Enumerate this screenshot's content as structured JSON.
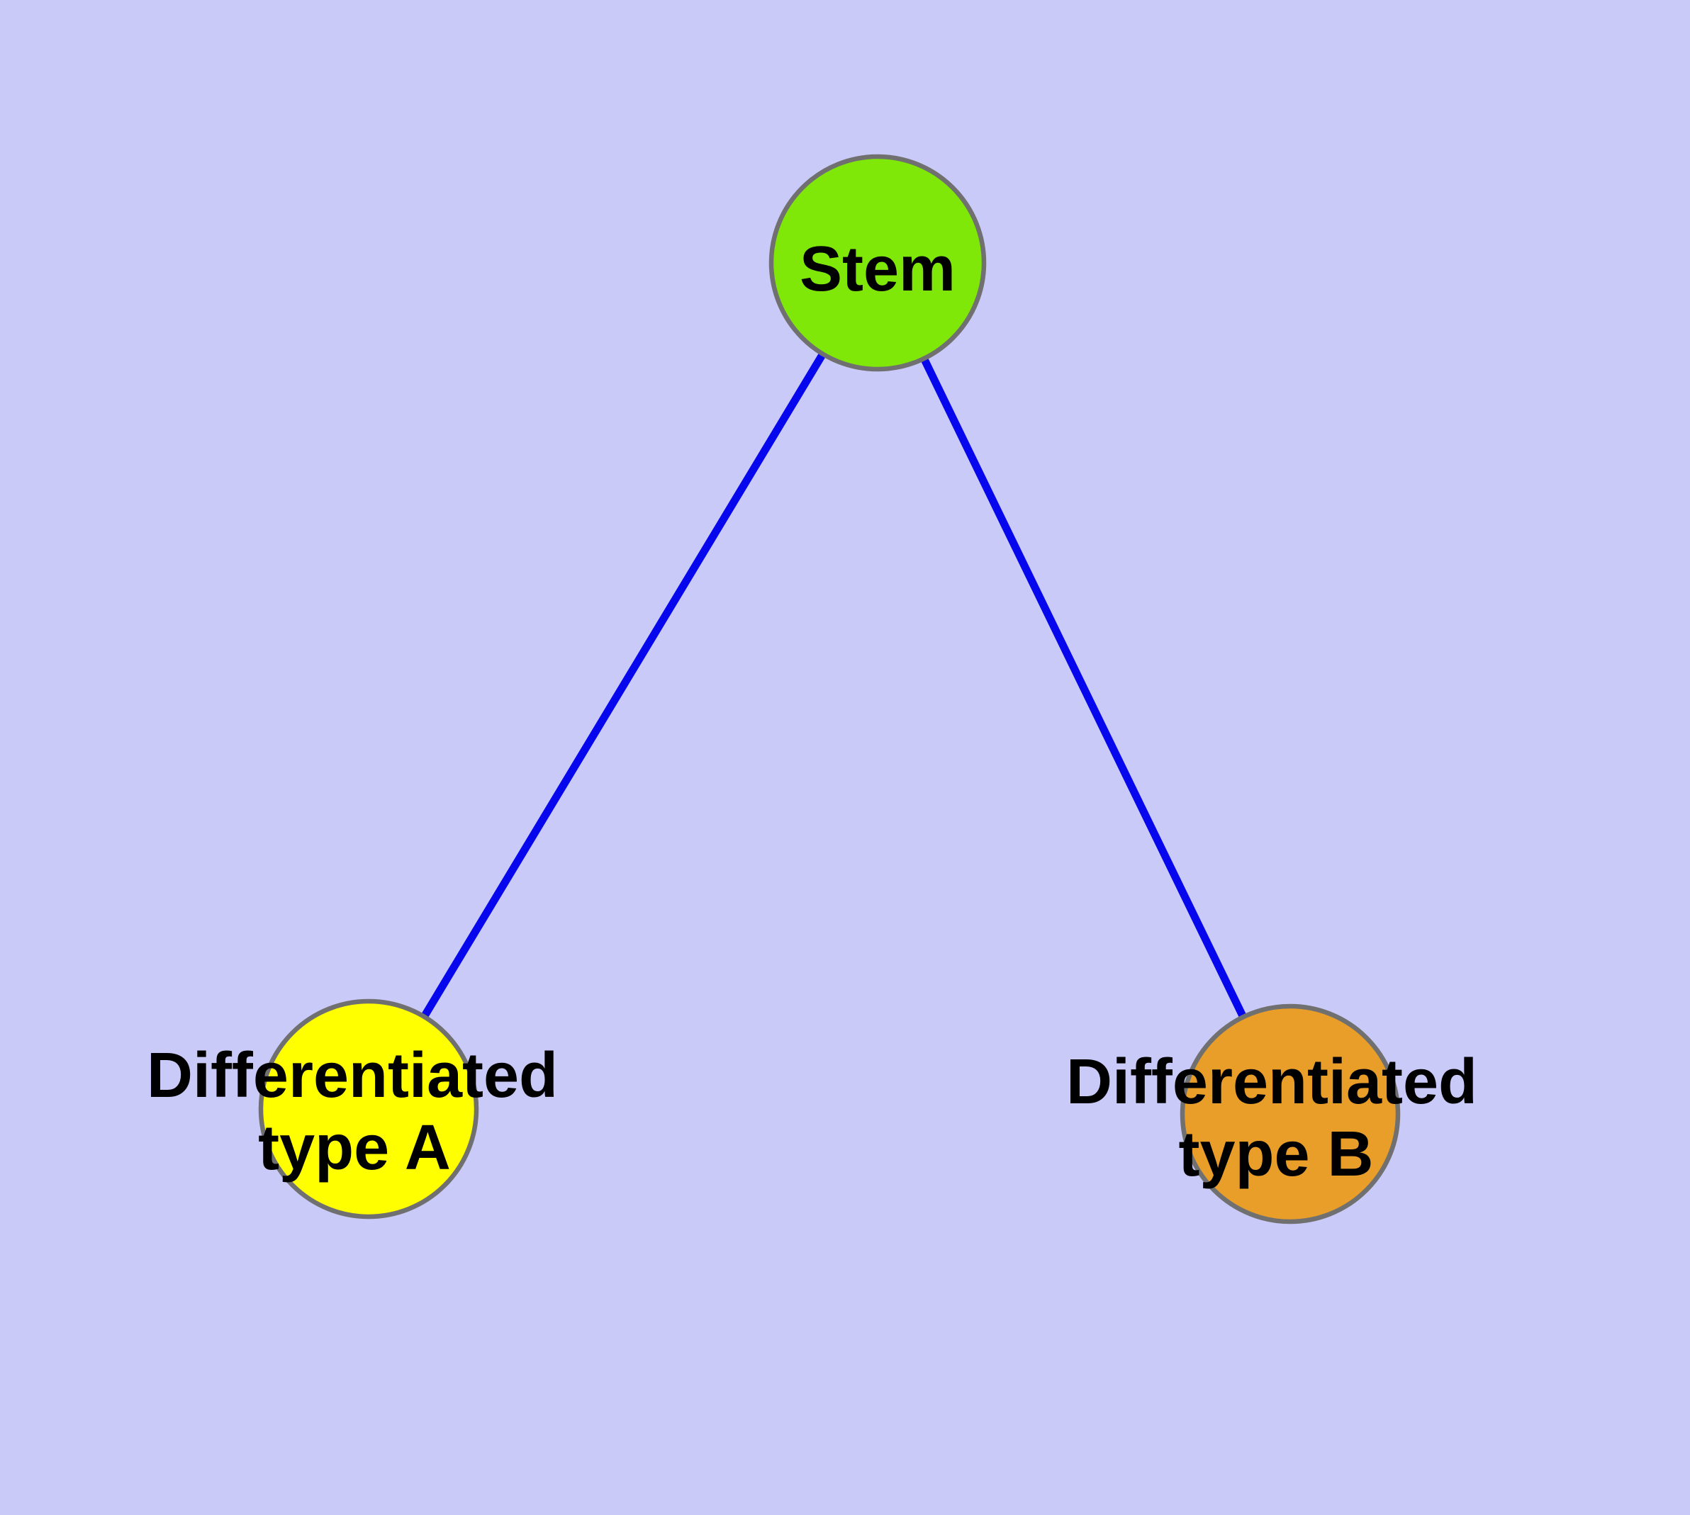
{
  "diagram": {
    "type": "graph",
    "background_color": "#CACAF8",
    "edge_color": "#0707EE",
    "node_border_color": "#707070",
    "label_color": "#000000",
    "nodes": [
      {
        "id": "stem",
        "label": "Stem",
        "line1": "Stem",
        "line2": "",
        "fill": "#7FE808"
      },
      {
        "id": "differentiated-type-a",
        "label": "Differentiated type A",
        "line1": "Differentiated",
        "line2": "type A",
        "fill": "#FFFF00"
      },
      {
        "id": "differentiated-type-b",
        "label": "Differentiated type B",
        "line1": "Differentiated",
        "line2": "type B",
        "fill": "#E89E28"
      }
    ],
    "edges": [
      {
        "from": "Stem",
        "to": "Differentiated type A"
      },
      {
        "from": "Stem",
        "to": "Differentiated type B"
      }
    ]
  }
}
